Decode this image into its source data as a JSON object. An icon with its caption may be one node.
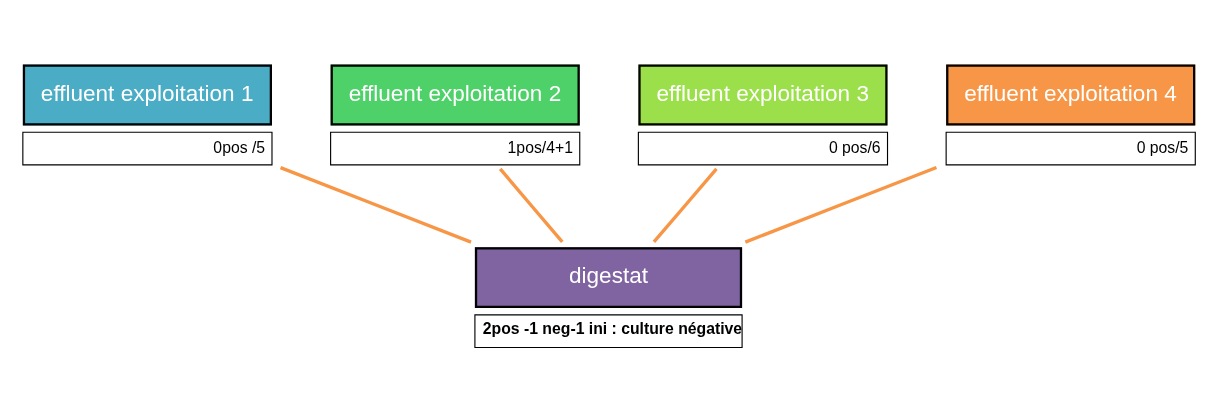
{
  "diagram": {
    "nodes": [
      {
        "text": [
          "effluent exploitation 1"
        ],
        "beside": [
          "0pos /5"
        ]
      },
      {
        "text": [
          "effluent exploitation 2"
        ],
        "beside": [
          "1pos/4+1"
        ]
      },
      {
        "text": [
          "effluent exploitation 3"
        ],
        "beside": [
          "0 pos/6"
        ]
      },
      {
        "text": [
          "effluent exploitation 4"
        ],
        "beside": [
          "0 pos/5"
        ]
      },
      {
        "text": [
          "digestat"
        ],
        "beside": [
          "2pos -1 neg-1 ini : culture négative"
        ]
      }
    ],
    "edges": [
      {
        "from": 0,
        "to": 4,
        "arrow": "none"
      },
      {
        "from": 1,
        "to": 4,
        "arrow": "none"
      },
      {
        "from": 2,
        "to": 4,
        "arrow": "none"
      },
      {
        "from": 3,
        "to": 4,
        "arrow": "none"
      }
    ]
  }
}
